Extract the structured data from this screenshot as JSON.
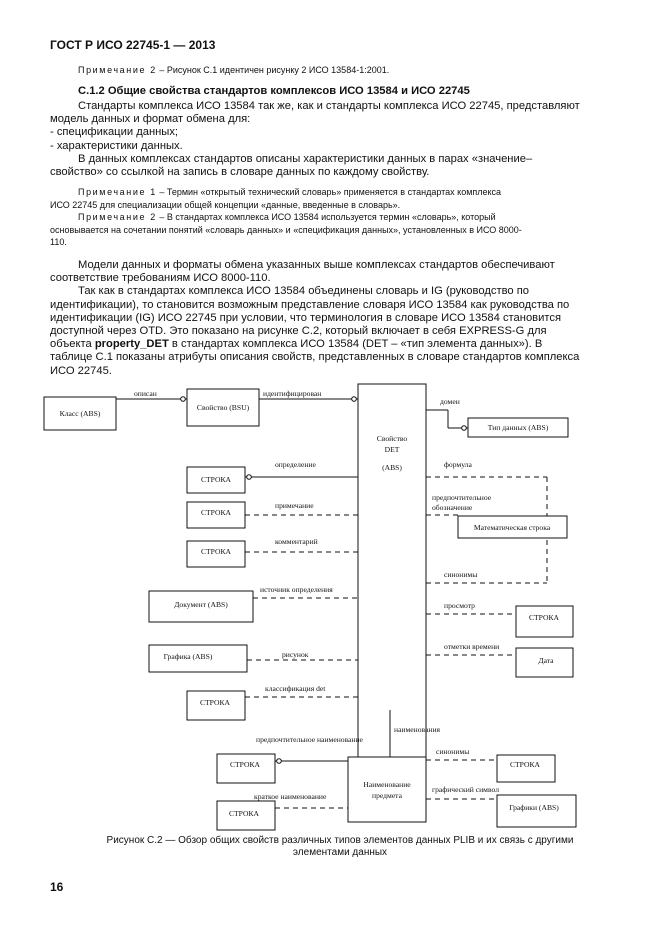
{
  "header": "ГОСТ Р ИСО 22745-1 — 2013",
  "note_top": {
    "label": "Примечание 2",
    "text": "– Рисунок С.1 идентичен рисунку 2 ИСО 13584-1:2001."
  },
  "section_title": "С.1.2 Общие свойства стандартов комплексов ИСО 13584 и ИСО 22745",
  "para1": [
    "Стандарты комплекса ИСО 13584 так же, как и стандарты комплекса ИСО 22745, представляют",
    "модель данных и формат обмена для:"
  ],
  "bullets": [
    "- спецификации данных;",
    "- характеристики данных."
  ],
  "para2": [
    "В данных комплексах стандартов описаны характеристики данных в парах «значение–",
    "свойство» со ссылкой на запись в словаре данных по каждому свойству."
  ],
  "note1": {
    "label": "Примечание 1",
    "lines": [
      "– Термин «открытый технический словарь» применяется в стандартах комплекса",
      "ИСО 22745 для специализации общей концепции «данные, введенные в словарь»."
    ]
  },
  "note2": {
    "label": "Примечание 2",
    "lines": [
      "– В стандартах комплекса ИСО 13584 используется термин «словарь», который",
      "основывается на сочетании понятий «словарь данных» и «спецификация данных», установленных в ИСО 8000-",
      "110."
    ]
  },
  "para3": [
    "Модели данных и форматы обмена указанных выше комплексах стандартов обеспечивают",
    "соответствие требованиям ИСО 8000-110."
  ],
  "para4": [
    "Так как в стандартах комплекса ИСО 13584 объединены словарь и IG (руководство по",
    "идентификации), то становится возможным представление словаря ИСО 13584 как руководства по",
    "идентификации (IG) ИСО 22745 при условии, что терминология в словаре ИСО 13584 становится",
    "доступной через OTD. Это показано на рисунке С.2, который включает в себя EXPRESS-G для"
  ],
  "para4_last": {
    "pre": "объекта ",
    "bold": "property_DET",
    "post": " в стандартах комплекса ИСО 13584 (DET – «тип элемента данных»). В"
  },
  "para4_tail": [
    "таблице С.1 показаны атрибуты описания свойств, представленных в словаре стандартов комплекса",
    "ИСО 22745."
  ],
  "diagram": {
    "boxes": {
      "class_abs": "Класс (ABS)",
      "property_bsu": "Свойство (BSU)",
      "det_line1": "Свойство",
      "det_line2": "DET",
      "det_line3": "(ABS)",
      "datatype": "Тип данных (ABS)",
      "string1": "СТРОКА",
      "string2": "СТРОКА",
      "string3": "СТРОКА",
      "mathstring": "Математическая строка",
      "document": "Документ (ABS)",
      "string_view": "СТРОКА",
      "graphics_abs": "Графика (ABS)",
      "date": "Дата",
      "string_class": "СТРОКА",
      "string_pref": "СТРОКА",
      "item_name_line1": "Наименование",
      "item_name_line2": "предмета",
      "string_syn": "СТРОКА",
      "string_short": "СТРОКА",
      "graphics_sym": "Графики (ABS)"
    },
    "labels": {
      "described_by": "описан",
      "identified_by": "идентифицирован",
      "domain": "домен",
      "definition": "определение",
      "formula": "формула",
      "note": "примечание",
      "preferred_symbol_1": "предпочтительное",
      "preferred_symbol_2": "обозначение",
      "remark": "комментарий",
      "synonymous_symbols": "синонимы",
      "definition_source": "источник определения",
      "view": "просмотр",
      "figure": "рисунок",
      "time_stamps": "отметки времени",
      "det_classification": "классификация det",
      "names": "наименования",
      "preferred_name": "предпочтительное наименование",
      "synonymous_names": "синонимы",
      "graphic_symbol": "графический символ",
      "short_name": "краткое наименование"
    }
  },
  "caption": [
    "Рисунок С.2 — Обзор общих свойств различных типов элементов данных PLIB и их связь с другими",
    "элементами данных"
  ],
  "page_number": "16"
}
